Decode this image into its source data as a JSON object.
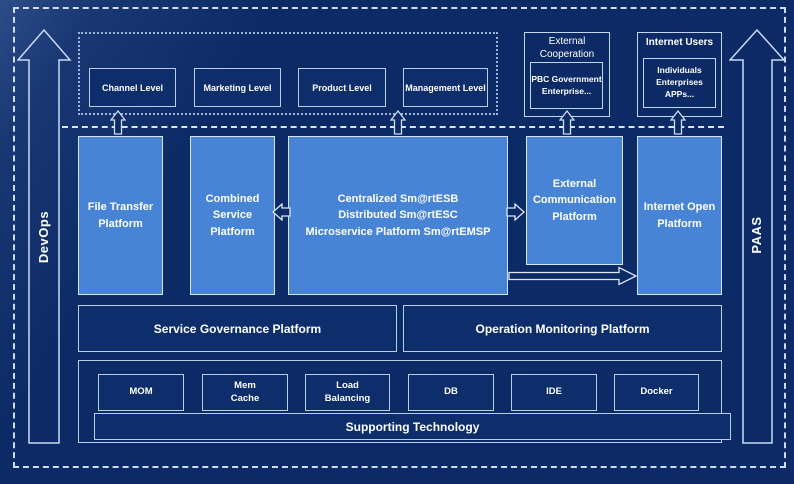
{
  "colors": {
    "background": "#0c2a66",
    "light_box": "#4884d6",
    "dark_box": "#0d2d6b",
    "border_light": "#c9d9f2",
    "text": "#ffffff"
  },
  "rails": {
    "devops": "DevOps",
    "paas": "PAAS"
  },
  "top": {
    "levels": [
      "Channel Level",
      "Marketing Level",
      "Product Level",
      "Management Level"
    ],
    "external_cooperation": {
      "title": "External Cooperation",
      "member": "PBC Government\nEnterprise..."
    },
    "internet_users": {
      "title": "Internet Users",
      "member": "Individuals\nEnterprises\nAPPs..."
    }
  },
  "platforms": {
    "file_transfer": "File Transfer Platform",
    "combined_service": "Combined Service Platform",
    "esb_lines": [
      "Centralized Sm@rtESB",
      "Distributed Sm@rtESC",
      "Microservice Platform Sm@rtEMSP"
    ],
    "external_communication": "External Communication Platform",
    "internet_open": "Internet Open Platform"
  },
  "governance": {
    "service_governance": "Service Governance Platform",
    "operation_monitoring": "Operation Monitoring Platform"
  },
  "supporting": {
    "technologies": [
      "MOM",
      "Mem\nCache",
      "Load\nBalancing",
      "DB",
      "IDE",
      "Docker"
    ],
    "label": "Supporting Technology"
  }
}
